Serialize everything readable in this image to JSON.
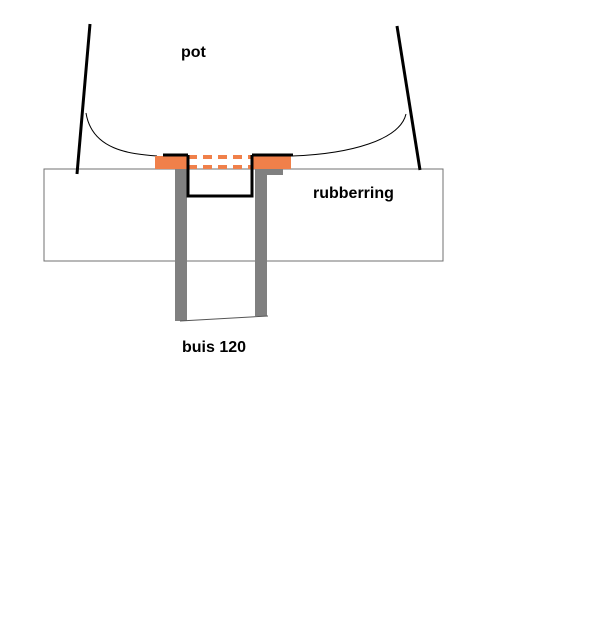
{
  "labels": {
    "pot": "pot",
    "rubberring": "rubberring",
    "buis": "buis 120"
  },
  "colors": {
    "outline": "#000000",
    "tube": "#808080",
    "seal": "#f0804a",
    "board_edge": "#707070",
    "background": "#ffffff"
  }
}
